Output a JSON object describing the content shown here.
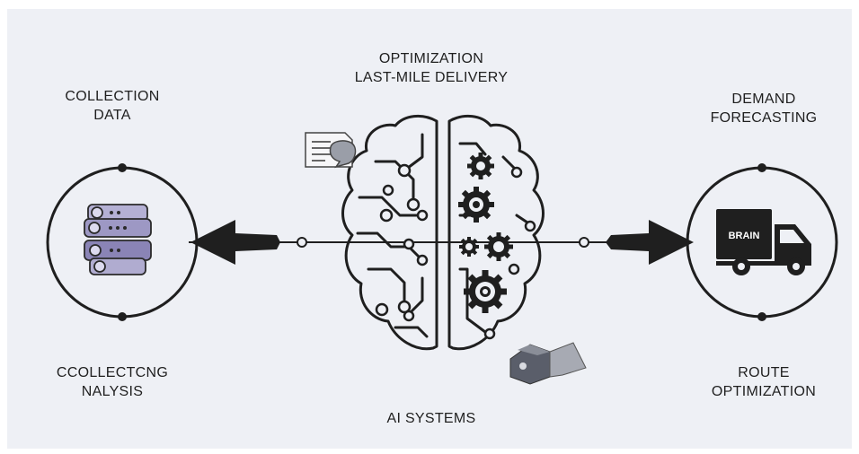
{
  "labels": {
    "top": [
      "OPTIMIZATION",
      "LAST-MILE DELIVERY"
    ],
    "top_left": [
      "COLLECTION",
      "DATA"
    ],
    "top_right": [
      "DEMAND",
      "FORECASTING"
    ],
    "bottom_left": [
      "CCOLLECTCNG",
      "NALYSIS"
    ],
    "bottom_right": [
      "ROUTE",
      "OPTIMIZATION"
    ],
    "bottom": "AI SYSTEMS"
  },
  "truck": {
    "text": "BRAIN"
  },
  "icons": {
    "left_node": "database-server-icon",
    "right_node": "delivery-truck-icon",
    "center": "brain-circuit-gears-icon",
    "chat": "document-chat-icon",
    "cube": "package-icon"
  },
  "colors": {
    "background": "#eef0f5",
    "ink": "#1f1f1f",
    "accent_purple": "#8a84b6",
    "accent_gray": "#9a9ea8"
  }
}
